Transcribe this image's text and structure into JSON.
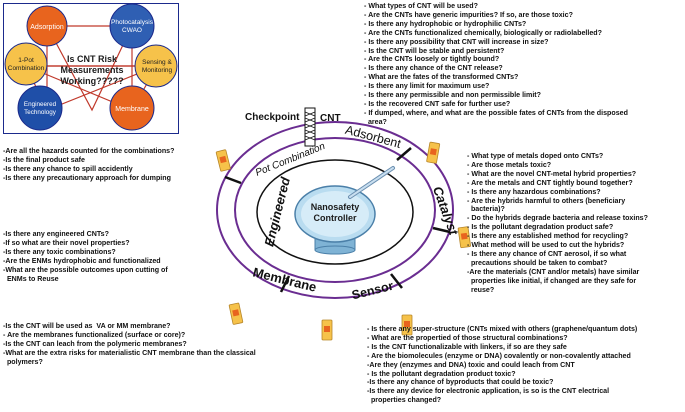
{
  "inset": {
    "center_text": [
      "Is CNT Risk",
      "Measurements",
      "Working?????"
    ],
    "nodes": {
      "adsorption": "Adsorption",
      "photocatalysis": [
        "Photocatalysis",
        "CWAO"
      ],
      "one_pot": [
        "1-Pot",
        "Combination"
      ],
      "sensing": [
        "Sensing &",
        "Monitoring"
      ],
      "engineered": [
        "Engineered",
        "Technology"
      ],
      "membrane": "Membrane"
    },
    "colors": {
      "adsorption": "#e8641e",
      "photocatalysis": "#2f5fb3",
      "one_pot": "#f6c24a",
      "sensing": "#f6c24a",
      "engineered": "#1f4fa8",
      "membrane": "#e8641e",
      "lines": "#c0392b"
    }
  },
  "central": {
    "checkpoint_label": "Checkpoint",
    "cnt_label": "CNT",
    "controller_label": [
      "Nanosafety",
      "Controller"
    ],
    "segments": {
      "pot_combination": "Pot Combination",
      "adsorbent": "Adsorbent",
      "catalyst": "Catalyst",
      "sensor": "Sensor",
      "membrane": "Membrane",
      "engineered": "Engineered"
    },
    "colors": {
      "ring": "#6a2d91",
      "controller_top": "#b9dcf0",
      "controller_side": "#7fb3d5"
    }
  },
  "questions": {
    "top_right": [
      "- What types of CNT will be used?",
      "- Are the CNTs have generic impurities? If so, are those toxic?",
      "- Is there any hydrophobic or hydrophilic CNTs?",
      "- Are the CNTs functionalized chemically, biologically or radiolabelled?",
      "- Is there any possibility that CNT will increase in size?",
      "- Is the CNT will be stable and persistent?",
      "- Are the CNTs loosely or tightly bound?",
      "- Is there any chance of the CNT release?",
      "- What are the fates of the transformed CNTs?",
      "- Is there any limit for maximum use?",
      "- Is there any permissible and non permissible limit?",
      "- Is the recovered CNT safe for further use?",
      "- If dumped, where, and what are the possible fates of CNTs from the disposed",
      "  area?"
    ],
    "left_upper": [
      "-Are all the hazards counted for the combinations?",
      "-Is the final product safe",
      "-Is there any chance to spill accidently",
      "-Is there any precautionary approach for dumping"
    ],
    "left_middle": [
      "-Is there any engineered CNTs?",
      "-If so what are their novel properties?",
      "-Is there any toxic combinations?",
      "-Are the ENMs hydrophobic and functionalized",
      "-What are the possible outcomes upon cutting of",
      "  ENMs to Reuse"
    ],
    "right_middle": [
      "- What type of metals doped onto CNTs?",
      "- Are those metals toxic?",
      "- What are the novel CNT-metal hybrid properties?",
      "- Are the metals and CNT tightly bound together?",
      "- Is there any hazardous combinations?",
      "- Are the hybrids harmful to others (beneficiary",
      "  bacteria)?",
      "- Do the hybrids degrade bacteria and release toxins?",
      "- Is the pollutant degradation product safe?",
      "- Is there any established method for recycling?",
      "- What method will be used to cut the hybrids?",
      "- Is there any chance of CNT aerosol, if so what",
      "  precautions should be taken to combat?",
      "-Are the materials (CNT and/or metals) have similar",
      "  properties like initial, if changed are they safe for",
      "  reuse?"
    ],
    "bottom_left": [
      "-Is the CNT will be used as  VA or MM membrane?",
      "- Are the membranes functionalized (surface or core)?",
      "-Is the CNT can leach from the polymeric membranes?",
      "-What are the extra risks for materialistic CNT membrane than the classical",
      "  polymers?"
    ],
    "bottom_right": [
      "- Is there any super-structure (CNTs mixed with others (graphene/quantum dots)",
      "- What are the propertied of those structural combinations?",
      "- Is the CNT functionalizable with linkers, if so are they safe",
      "- Are the biomolecules (enzyme or DNA) covalently or non-covalently attached",
      "-Are they (enzymes and DNA) toxic and could leach from CNT",
      "- Is the pollutant degradation product toxic?",
      "-Is there any chance of byproducts that could be toxic?",
      "-Is there any device for electronic application, is so is the CNT electrical",
      "  properties changed?"
    ]
  }
}
